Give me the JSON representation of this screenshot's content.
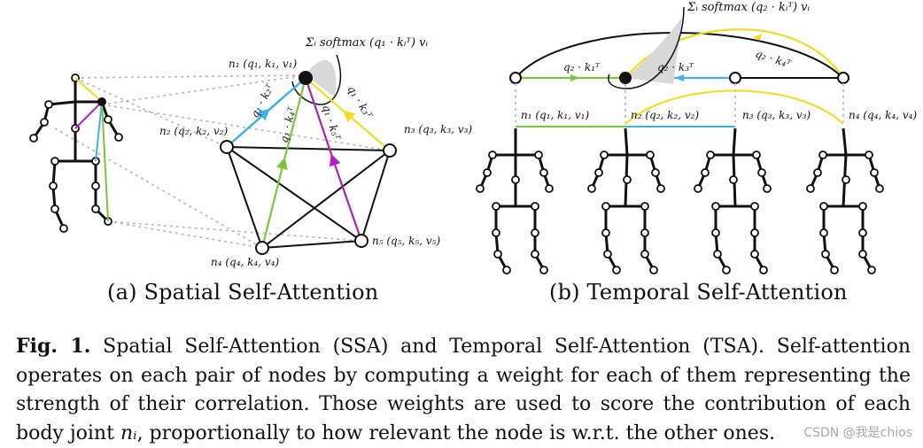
{
  "panel_a": {
    "subcaption": "(a) Spatial Self-Attention",
    "node_labels": [
      "n₁ (q₁, k₁, v₁)",
      "n₂ (q₂, k₂, v₂)",
      "n₃ (q₃, k₃, v₃)",
      "n₄ (q₄, k₄, v₄)",
      "n₅ (q₅, k₅, v₅)"
    ],
    "edge_labels": [
      "q₁ · k₂ᵀ",
      "q₁ · k₄ᵀ",
      "q₁ · k₅ᵀ",
      "q₁ · k₃ᵀ"
    ],
    "sum_formula": "Σᵢ softmax (q₁ · kᵢᵀ) vᵢ"
  },
  "panel_b": {
    "subcaption": "(b) Temporal Self-Attention",
    "node_labels": [
      "n₁ (q₁, k₁, v₁)",
      "n₂ (q₂, k₂, v₂)",
      "n₃ (q₃, k₃, v₃)",
      "n₄ (q₄, k₄, v₄)"
    ],
    "edge_labels": [
      "q₂ · k₁ᵀ",
      "q₂ · k₃ᵀ",
      "q₂ · k₄ᵀ"
    ],
    "sum_formula": "Σᵢ softmax (q₂ · kᵢᵀ) vᵢ"
  },
  "caption": {
    "label": "Fig. 1.",
    "text_before": " Spatial Self-Attention (SSA) and Temporal Self-Attention (TSA). Self-attention operates on each pair of nodes by computing a weight for each of them representing the strength of their correlation. Those weights are used to score the contribution of each body joint ",
    "math": "nᵢ",
    "text_after": ", proportionally to how relevant the node is w.r.t. the other ones."
  },
  "watermark": "CSDN @我是chios",
  "colors": {
    "green": "#7cc63a",
    "blue": "#3fb3e3",
    "yellow": "#f2dd1e",
    "magenta": "#b01fc0",
    "gray_dotted": "#b0b0b0",
    "highlight": "#d9d9d9"
  }
}
